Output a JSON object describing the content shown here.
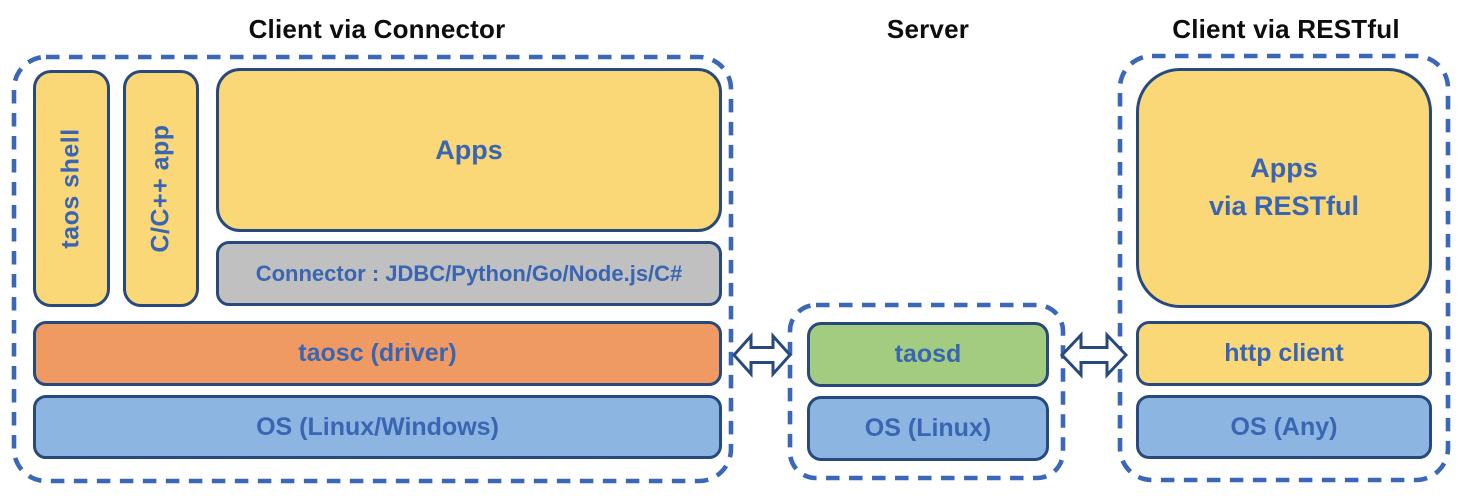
{
  "titles": {
    "client_connector": "Client via Connector",
    "server": "Server",
    "client_restful": "Client via RESTful"
  },
  "client_connector": {
    "taos_shell": "taos shell",
    "cpp_app": "C/C++ app",
    "apps": "Apps",
    "connector": "Connector : JDBC/Python/Go/Node.js/C#",
    "taosc": "taosc (driver)",
    "os": "OS (Linux/Windows)"
  },
  "server": {
    "taosd": "taosd",
    "os": "OS (Linux)"
  },
  "client_restful": {
    "apps_line1": "Apps",
    "apps_line2": "via RESTful",
    "http_client": "http client",
    "os": "OS (Any)"
  },
  "colors": {
    "box_yellow": "#FBD877",
    "box_orange": "#F09A63",
    "box_gray": "#C0C0C0",
    "box_blue": "#8CB6E1",
    "box_green": "#A3CC80",
    "box_border_navy": "#27497D",
    "dashed_border_blue": "#3A67B8",
    "label_blue": "#3A65B2",
    "title_black": "#0D0D0D",
    "arrow_fill": "#FFFFFF"
  }
}
